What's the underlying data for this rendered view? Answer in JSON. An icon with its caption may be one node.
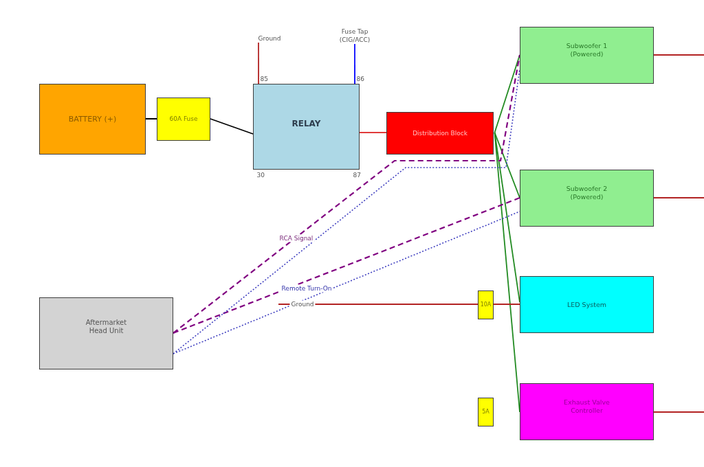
{
  "diagram": {
    "nodes": [
      {
        "text": [
          "BATTERY (+)"
        ]
      },
      {
        "text": [
          "60A Fuse"
        ]
      },
      {
        "text": [
          "RELAY"
        ],
        "beside": [
          "85",
          "86",
          "30",
          "87"
        ]
      },
      {
        "text": [
          "Ground"
        ]
      },
      {
        "text": [
          "Fuse Tap (CIG/ACC)"
        ]
      },
      {
        "text": [
          "Distribution Block"
        ]
      },
      {
        "text": [
          "Subwoofer 1 (Powered)"
        ]
      },
      {
        "text": [
          "Subwoofer 2 (Powered)"
        ]
      },
      {
        "text": [
          "LED System"
        ]
      },
      {
        "text": [
          "Exhaust Valve Controller"
        ]
      },
      {
        "text": [
          "Aftermarket Head Unit"
        ]
      },
      {
        "text": [
          "10A"
        ]
      },
      {
        "text": [
          "5A"
        ]
      }
    ],
    "edges": [
      {
        "from": 0,
        "to": 1,
        "arrow": "none",
        "color": "#000000"
      },
      {
        "from": 1,
        "to": 2,
        "arrow": "none",
        "color": "#000000"
      },
      {
        "from": 3,
        "to": 2,
        "arrow": "none"
      },
      {
        "from": 4,
        "to": 2,
        "arrow": "none",
        "color": "#0000ff"
      },
      {
        "from": 2,
        "to": 5,
        "arrow": "none",
        "color": "#e03a3a"
      },
      {
        "from": 5,
        "to": 6,
        "arrow": "none",
        "color": "#228b22"
      },
      {
        "from": 5,
        "to": 7,
        "arrow": "none",
        "color": "#228b22"
      },
      {
        "from": 5,
        "to": 8,
        "arrow": "none",
        "color": "#228b22"
      },
      {
        "from": 5,
        "to": 9,
        "arrow": "none",
        "color": "#228b22"
      },
      {
        "from": 10,
        "to": 6,
        "arrow": "none",
        "label": "RCA Signal",
        "style": "dashed",
        "color": "#800080"
      },
      {
        "from": 10,
        "to": 7,
        "arrow": "none",
        "style": "dashed",
        "color": "#800080"
      },
      {
        "from": 10,
        "to": 6,
        "arrow": "none",
        "style": "dashed",
        "color": "#4040c0"
      },
      {
        "from": 10,
        "to": 7,
        "arrow": "none",
        "label": "Remote Turn-On",
        "style": "dashed",
        "color": "#4040c0"
      },
      {
        "from": 6,
        "to": null,
        "arrow": "none"
      },
      {
        "from": 7,
        "to": null,
        "arrow": "none"
      },
      {
        "from": 9,
        "to": null,
        "arrow": "none"
      },
      {
        "from": null,
        "to": 11,
        "arrow": "none",
        "label": "Ground"
      },
      {
        "from": 11,
        "to": 8,
        "arrow": "none"
      }
    ]
  }
}
